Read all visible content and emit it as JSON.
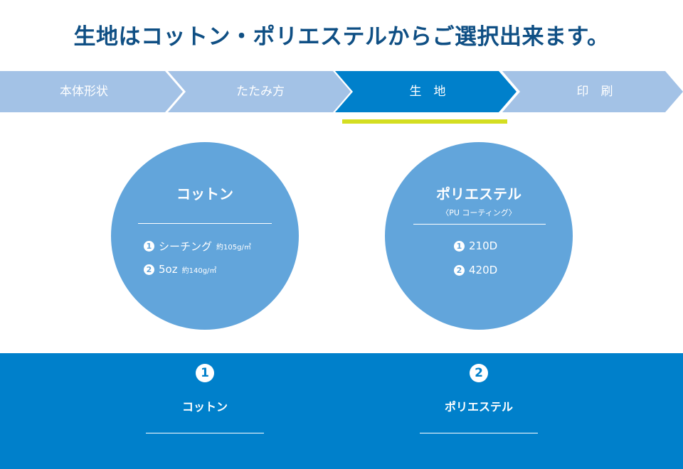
{
  "headline": "生地はコットン・ポリエステルからご選択出来ます。",
  "steps": [
    {
      "label": "本体形状",
      "active": false
    },
    {
      "label": "たたみ方",
      "active": false
    },
    {
      "label": "生　地",
      "active": true
    },
    {
      "label": "印　刷",
      "active": false
    }
  ],
  "colors": {
    "step_inactive": "#a3c2e6",
    "step_active": "#0080cb",
    "underline": "#d4de21",
    "circle": "#62a5db",
    "band": "#0080cb",
    "headline": "#0f4f84"
  },
  "fabrics": [
    {
      "title": "コットン",
      "subtitle": "",
      "options": [
        {
          "num": "1",
          "name": "シーチング",
          "weight": "約105g/㎡"
        },
        {
          "num": "2",
          "name": "5oz",
          "weight": "約140g/㎡"
        }
      ]
    },
    {
      "title": "ポリエステル",
      "subtitle": "〈PU コーティング〉",
      "options": [
        {
          "num": "1",
          "name": "210D",
          "weight": ""
        },
        {
          "num": "2",
          "name": "420D",
          "weight": ""
        }
      ]
    }
  ],
  "bottom": [
    {
      "num": "1",
      "label": "コットン"
    },
    {
      "num": "2",
      "label": "ポリエステル"
    }
  ]
}
